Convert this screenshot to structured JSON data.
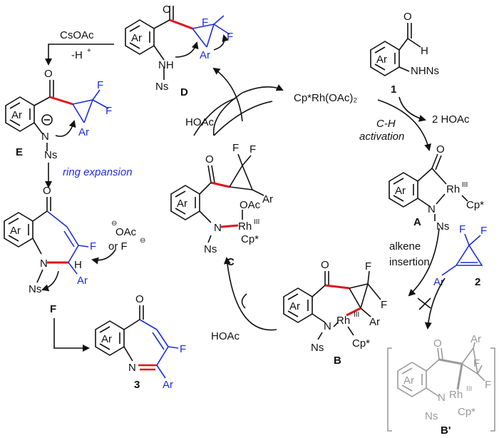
{
  "reagents": {
    "csoac": "CsOAc",
    "minus_h": "-H",
    "plus": "+",
    "rh_catalyst": "Cp*Rh(OAc)₂",
    "two_hoac": "2 HOAc",
    "hoac_top": "HOAc",
    "hoac_bottom": "HOAc",
    "oac": "OAc",
    "or": "or F",
    "minus": "⊖"
  },
  "steps": {
    "ch_activation_line1": "C-H",
    "ch_activation_line2": "activation",
    "alkene_insertion_line1": "alkene",
    "alkene_insertion_line2": "insertion",
    "ring_expansion": "ring expansion"
  },
  "labels": {
    "compound1": "1",
    "compound2": "2",
    "compound3": "3",
    "A": "A",
    "B": "B",
    "Bprime": "B'",
    "C": "C",
    "D": "D",
    "E": "E",
    "F": "F"
  },
  "atoms": {
    "ar": "Ar",
    "o": "O",
    "h": "H",
    "f": "F",
    "n": "N",
    "nh": "NH",
    "nhns": "NHNs",
    "ns": "Ns",
    "rh": "Rh",
    "rh_ox": "III",
    "cp": "Cp*"
  },
  "colors": {
    "new_bond": "#e0141b",
    "cyclopropene": "#1b2fd6",
    "disfavored": "#9a9a9a",
    "text": "#111111"
  }
}
